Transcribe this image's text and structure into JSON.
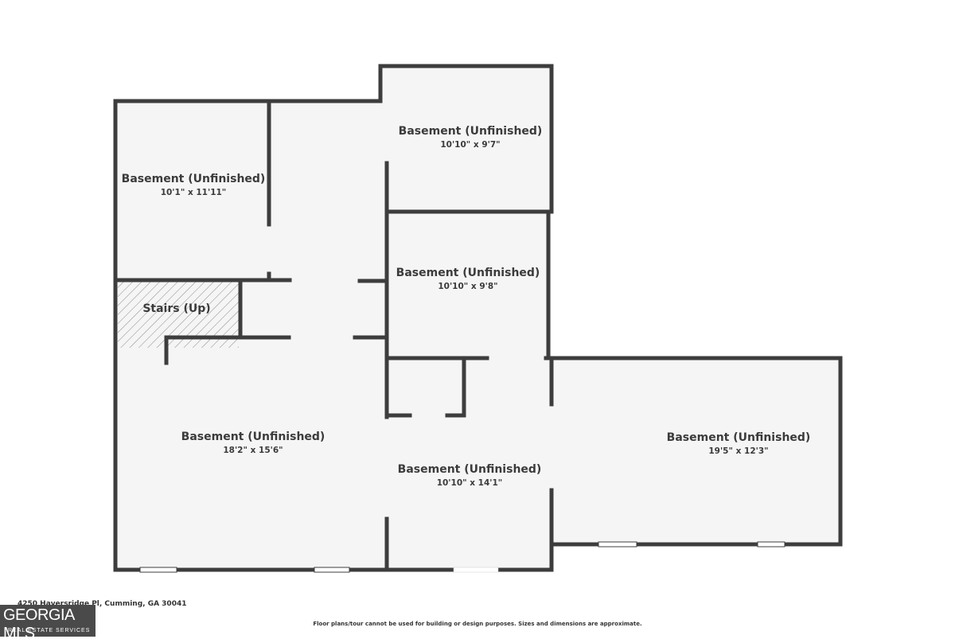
{
  "rooms": [
    {
      "name": "Basement (Unfinished)",
      "dims": "10'1\" x 11'11\""
    },
    {
      "name": "Basement (Unfinished)",
      "dims": "10'10\" x 9'7\""
    },
    {
      "name": "Basement (Unfinished)",
      "dims": "10'10\" x 9'8\""
    },
    {
      "name": "Stairs (Up)",
      "dims": ""
    },
    {
      "name": "Basement (Unfinished)",
      "dims": "18'2\" x 15'6\""
    },
    {
      "name": "Basement (Unfinished)",
      "dims": "10'10\" x 14'1\""
    },
    {
      "name": "Basement (Unfinished)",
      "dims": "19'5\" x 12'3\""
    }
  ],
  "address": "4250 Haversridge Pl, Cumming, GA 30041",
  "disclaimer": "Floor plans/tour cannot be used for building or design purposes. Sizes and dimensions are approximate.",
  "logo": {
    "main": "GEORGIA MLS",
    "sub": "REAL ESTATE SERVICES"
  },
  "colors": {
    "wall": "#3d3d3d",
    "floor": "#f5f5f5",
    "background": "#ffffff"
  }
}
